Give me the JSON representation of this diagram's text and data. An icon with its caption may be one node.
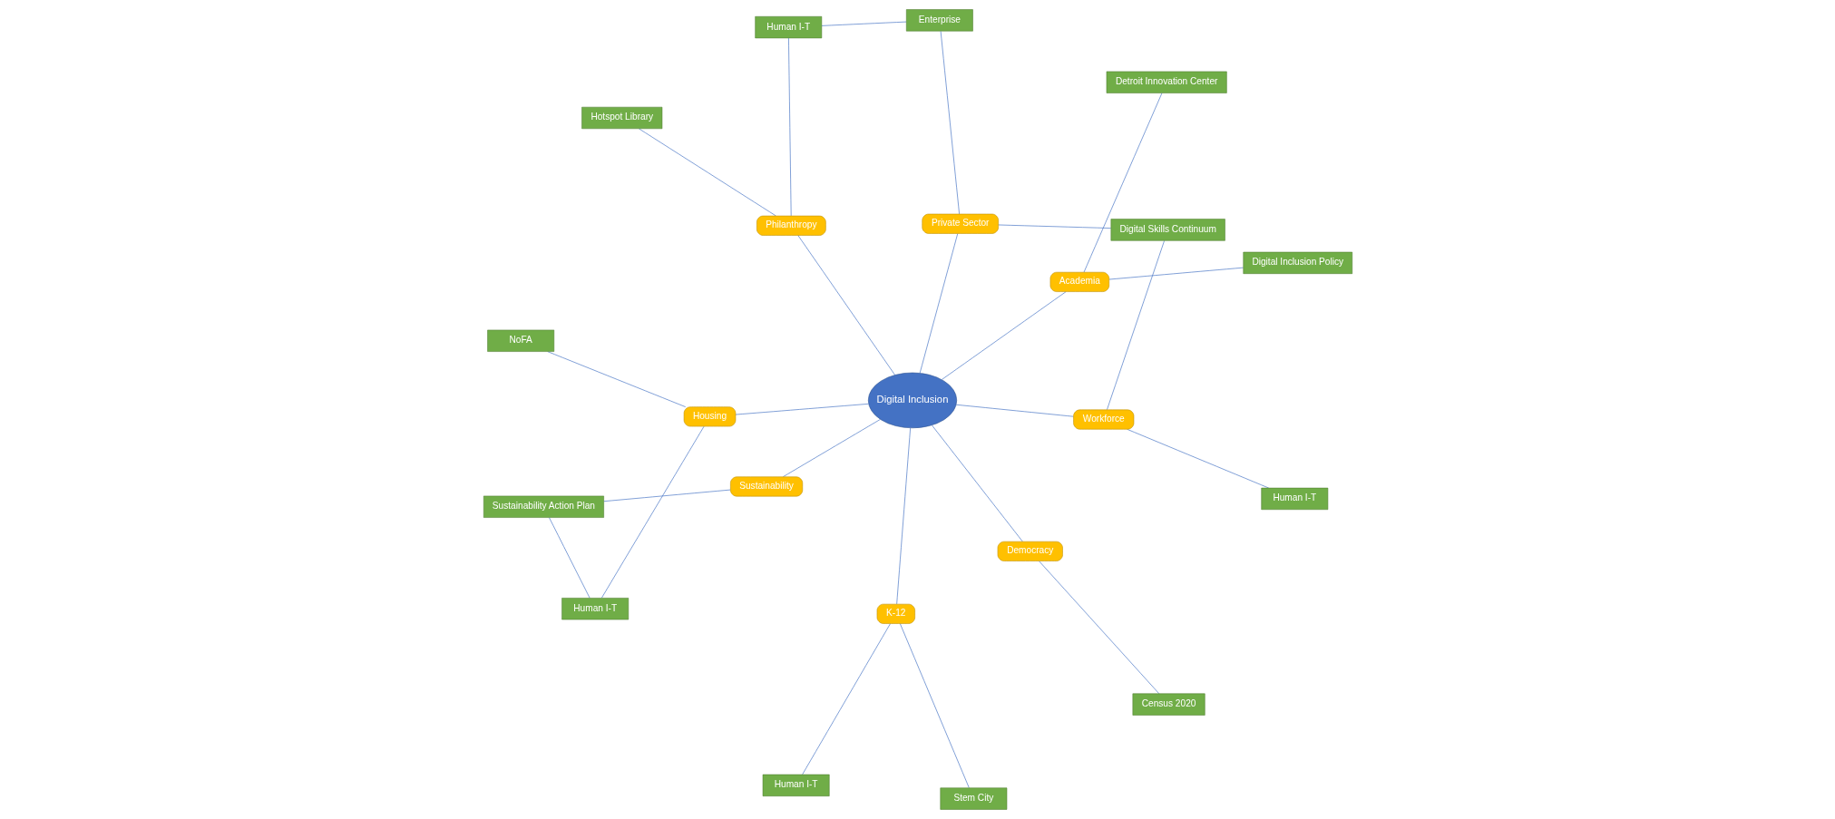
{
  "diagram": {
    "nodes": [
      {
        "text": [
          "Digital Inclusion"
        ]
      },
      {
        "text": [
          "Workforce"
        ]
      },
      {
        "text": [
          "K-12"
        ]
      },
      {
        "text": [
          "Academia"
        ]
      },
      {
        "text": [
          "Private Sector"
        ]
      },
      {
        "text": [
          "Democracy"
        ]
      },
      {
        "text": [
          "Philanthropy"
        ]
      },
      {
        "text": [
          "Sustainability"
        ]
      },
      {
        "text": [
          "Housing"
        ]
      },
      {
        "text": [
          "Human I-T"
        ]
      },
      {
        "text": [
          "Stem City"
        ]
      },
      {
        "text": [
          "Human I-T"
        ]
      },
      {
        "text": [
          "Digital Inclusion Policy"
        ]
      },
      {
        "text": [
          "Digital Skills Continuum"
        ]
      },
      {
        "text": [
          "Detroit Innovation Center"
        ]
      },
      {
        "text": [
          "Enterprise"
        ]
      },
      {
        "text": [
          "Census 2020"
        ]
      },
      {
        "text": [
          "Human I-T"
        ]
      },
      {
        "text": [
          "Hotspot Library"
        ]
      },
      {
        "text": [
          "Sustainability Action Plan"
        ]
      },
      {
        "text": [
          "NoFA"
        ]
      },
      {
        "text": [
          "Human I-T"
        ]
      }
    ],
    "edges": [
      {
        "from": 0,
        "to": 1,
        "arrow": "none"
      },
      {
        "from": 0,
        "to": 2,
        "arrow": "none"
      },
      {
        "from": 0,
        "to": 3,
        "arrow": "none"
      },
      {
        "from": 0,
        "to": 4,
        "arrow": "none"
      },
      {
        "from": 0,
        "to": 5,
        "arrow": "none"
      },
      {
        "from": 0,
        "to": 6,
        "arrow": "none"
      },
      {
        "from": 0,
        "to": 7,
        "arrow": "none"
      },
      {
        "from": 0,
        "to": 8,
        "arrow": "none"
      },
      {
        "from": 1,
        "to": 9,
        "arrow": "none"
      },
      {
        "from": 1,
        "to": 13,
        "arrow": "none"
      },
      {
        "from": 2,
        "to": 10,
        "arrow": "none"
      },
      {
        "from": 2,
        "to": 11,
        "arrow": "none"
      },
      {
        "from": 3,
        "to": 12,
        "arrow": "none"
      },
      {
        "from": 3,
        "to": 14,
        "arrow": "none"
      },
      {
        "from": 4,
        "to": 13,
        "arrow": "none"
      },
      {
        "from": 4,
        "to": 15,
        "arrow": "none"
      },
      {
        "from": 15,
        "to": 17,
        "arrow": "none"
      },
      {
        "from": 6,
        "to": 17,
        "arrow": "none"
      },
      {
        "from": 6,
        "to": 18,
        "arrow": "none"
      },
      {
        "from": 5,
        "to": 16,
        "arrow": "none"
      },
      {
        "from": 7,
        "to": 19,
        "arrow": "none"
      },
      {
        "from": 8,
        "to": 20,
        "arrow": "none"
      },
      {
        "from": 8,
        "to": 21,
        "arrow": "none"
      },
      {
        "from": 21,
        "to": 19,
        "arrow": "none"
      }
    ]
  }
}
